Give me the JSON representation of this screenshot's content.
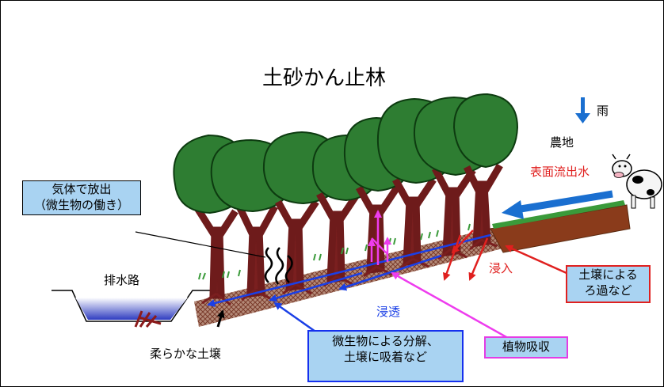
{
  "title": "土砂かん止林",
  "labels": {
    "rain": "雨",
    "farmland": "農地",
    "surface_runoff": "表面流出水",
    "infiltration_in": "浸入",
    "percolation": "浸透",
    "drainage": "排水路",
    "soft_soil": "柔らかな土壌"
  },
  "boxes": {
    "gas_release": [
      "気体で放出",
      "（微生物の働き）"
    ],
    "soil_filtration": [
      "土壌による",
      "ろ過など"
    ],
    "plant_uptake": "植物吸収",
    "microbe_decomposition": [
      "微生物による分解、",
      "土壌に吸着など"
    ]
  },
  "colors": {
    "tree_crown": "#2e7d32",
    "trunk": "#7a1f1f",
    "soil_band": "#a97a68",
    "farmland_soil": "#8a3b1b",
    "box_fill": "#a9d3f2",
    "arrow_blue": "#1a3fe6",
    "arrow_red": "#e0201f",
    "arrow_magenta": "#ee3cee",
    "rain_arrow": "#1a6fd0"
  },
  "icons": [
    "cow-icon",
    "rain-arrow-icon",
    "gas-wavy-icon"
  ]
}
